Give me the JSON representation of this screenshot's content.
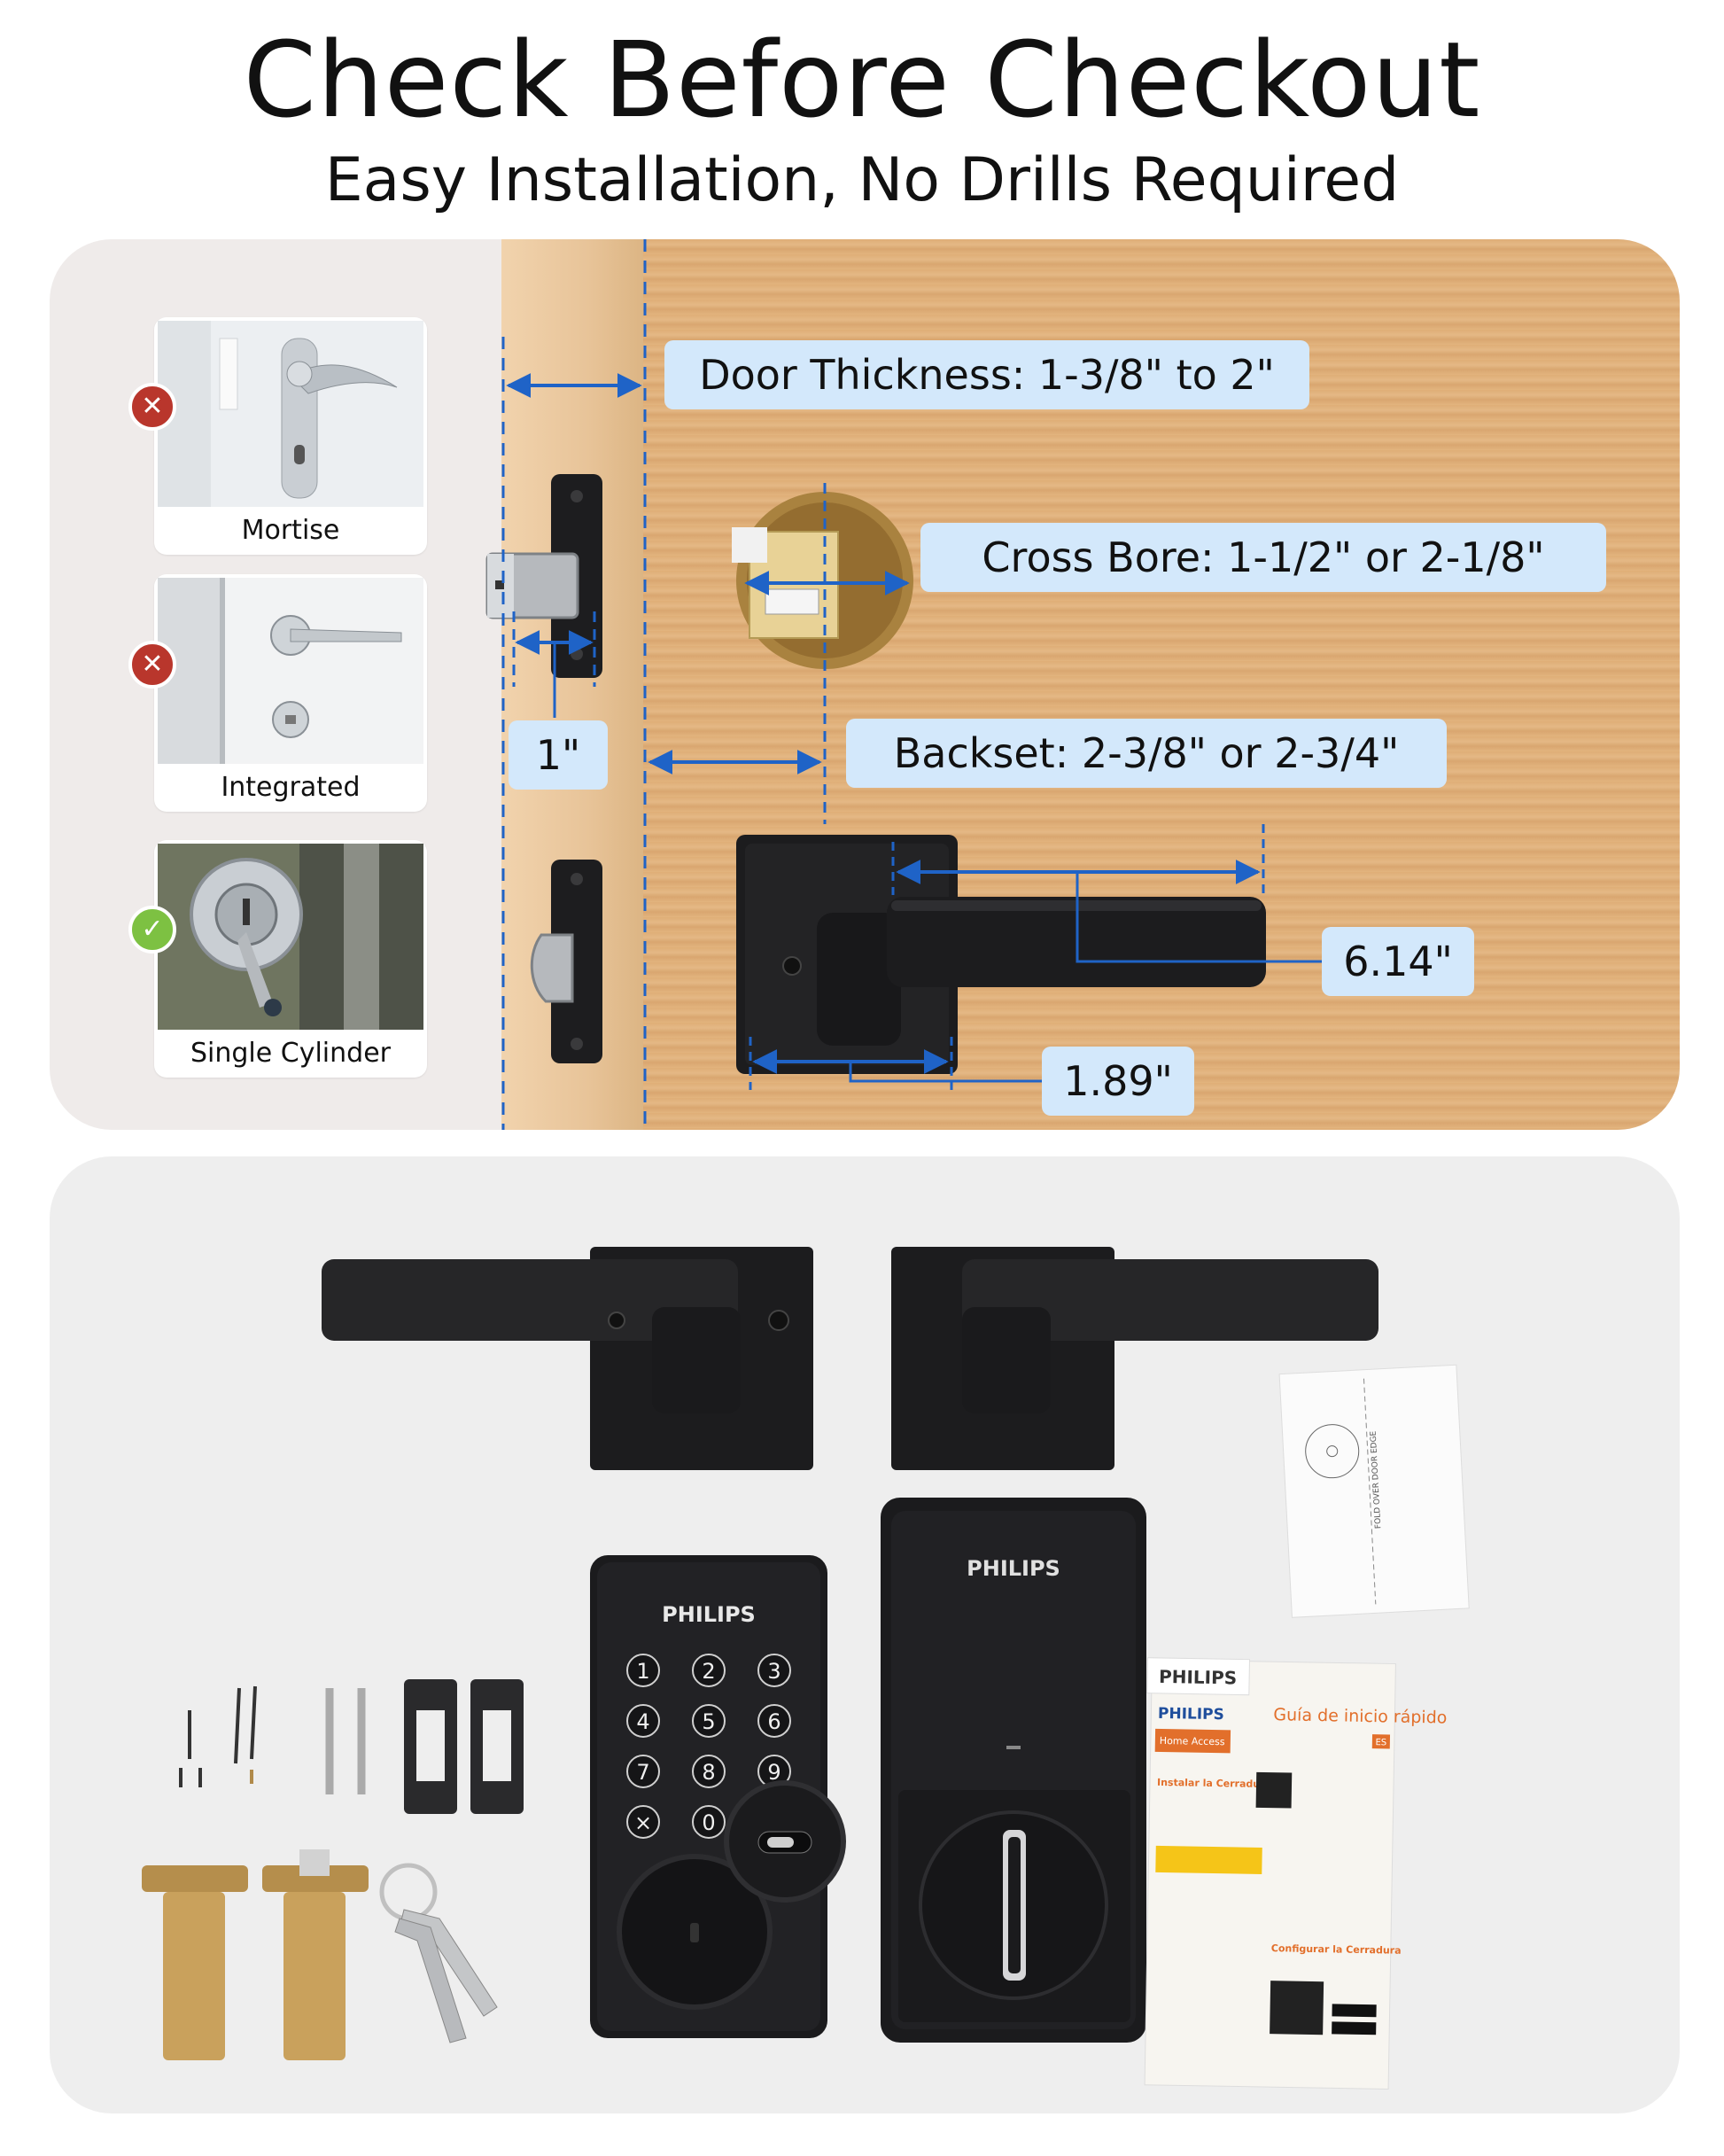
{
  "header": {
    "title": "Check Before Checkout",
    "subtitle": "Easy Installation, No Drills Required"
  },
  "lock_types": [
    {
      "label": "Mortise",
      "status": "incompatible",
      "icon": "x-icon"
    },
    {
      "label": "Integrated",
      "status": "incompatible",
      "icon": "x-icon"
    },
    {
      "label": "Single Cylinder",
      "status": "compatible",
      "icon": "check-icon"
    }
  ],
  "dimensions": {
    "door_thickness": "Door Thickness: 1-3/8\" to 2\"",
    "cross_bore": "Cross Bore: 1-1/2\" or 2-1/8\"",
    "backset": "Backset: 2-3/8\" or 2-3/4\"",
    "latch": "1\"",
    "lever_length": "6.14\"",
    "rose_width": "1.89\""
  },
  "products": {
    "keypad_brand": "PHILIPS",
    "interior_brand": "PHILIPS",
    "keypad_keys": [
      "1",
      "2",
      "3",
      "4",
      "5",
      "6",
      "7",
      "8",
      "9",
      "×",
      "0"
    ],
    "manual": {
      "brand": "PHILIPS",
      "title": "Guía de inicio rápido",
      "lang": "ES",
      "subtitle": "Home Access",
      "section1": "Instalar la Cerradura",
      "section2": "Configurar la Cerradura"
    },
    "template_text": "FOLD OVER DOOR EDGE"
  },
  "colors": {
    "reject": "#b9362c",
    "accept": "#7dc142",
    "dimension_blue": "#1f63c7",
    "label_bg": "#d3e8fb",
    "door_wood": "#e0b07b",
    "hardware_black": "#1c1c1e"
  }
}
